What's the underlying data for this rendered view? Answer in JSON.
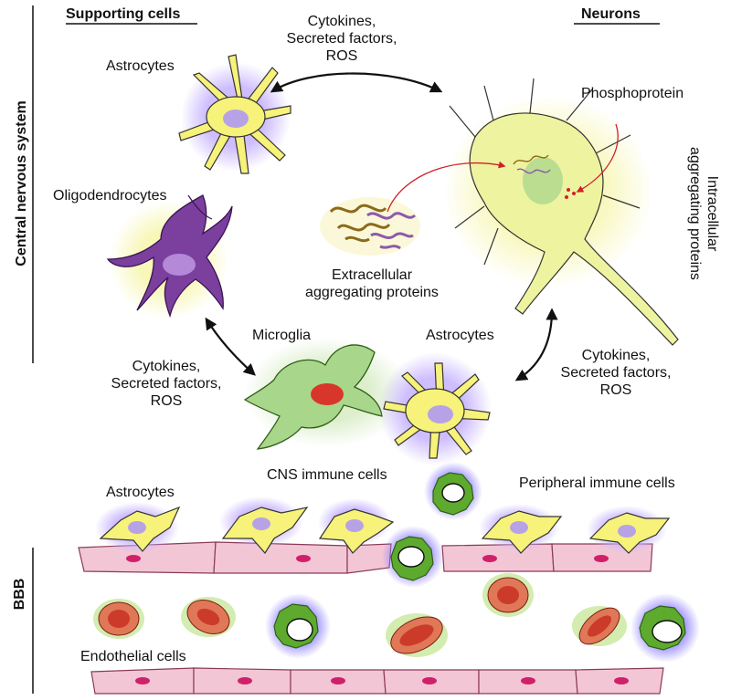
{
  "headers": {
    "supporting_cells": "Supporting cells",
    "neurons": "Neurons"
  },
  "side_labels": {
    "cns": "Central nervous system",
    "bbb": "BBB",
    "intracellular_line1": "Intracellular",
    "intracellular_line2": "aggregating proteins"
  },
  "labels": {
    "astrocytes_top": "Astrocytes",
    "oligodendrocytes": "Oligodendrocytes",
    "phosphoprotein": "Phosphoprotein",
    "extracellular_line1": "Extracellular",
    "extracellular_line2": "aggregating proteins",
    "microglia": "Microglia",
    "astrocytes_mid": "Astrocytes",
    "cns_immune": "CNS immune cells",
    "astrocytes_bottom": "Astrocytes",
    "peripheral_immune": "Peripheral immune cells",
    "endothelial": "Endothelial cells"
  },
  "signal_labels": {
    "top": [
      "Cytokines,",
      "Secreted factors,",
      "ROS"
    ],
    "left": [
      "Cytokines,",
      "Secreted factors,",
      "ROS"
    ],
    "right": [
      "Cytokines,",
      "Secreted factors,",
      "ROS"
    ]
  },
  "colors": {
    "astrocyte": "#f6f27a",
    "astrocyte_glow": "#c9b6ff",
    "nucleus": "#b7a2e6",
    "oligodendrocyte": "#7b3f9e",
    "microglia": "#a8d68a",
    "microglia_nucleus": "#d9362b",
    "neuron": "#eef3a0",
    "endothelial": "#f3c6d6",
    "rbc": "#cc3b2a",
    "immune_green": "#5daa2f",
    "arrow_red": "#d0202a"
  }
}
